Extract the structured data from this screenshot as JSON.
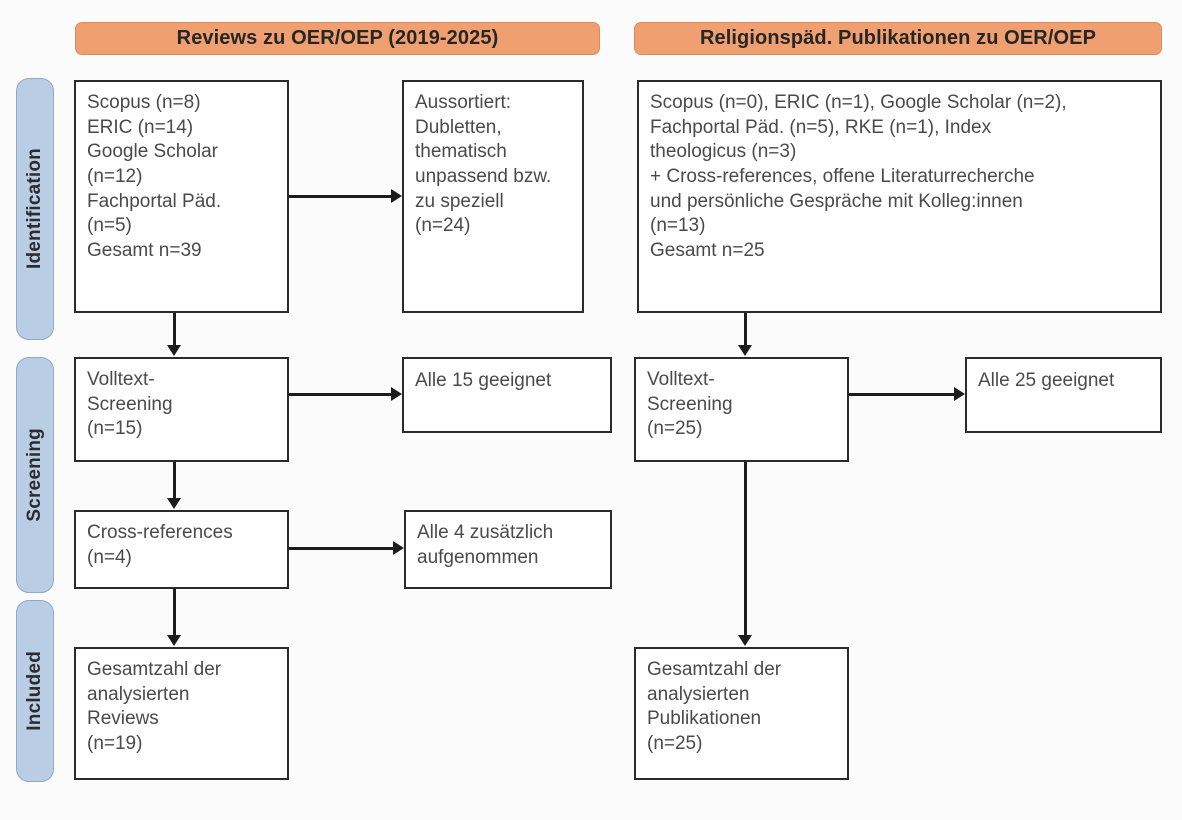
{
  "stages": [
    {
      "label": "Identification"
    },
    {
      "label": "Screening"
    },
    {
      "label": "Included"
    }
  ],
  "columns": [
    {
      "header": "Reviews zu OER/OEP (2019-2025)",
      "boxes": {
        "sources": "Scopus (n=8)\nERIC (n=14)\nGoogle Scholar\n(n=12)\nFachportal Päd.\n(n=5)\nGesamt n=39",
        "excluded": "Aussortiert:\nDubletten,\nthematisch\nunpassend bzw.\nzu speziell\n(n=24)",
        "fulltext": "Volltext-\nScreening\n(n=15)",
        "fulltext_result": "Alle 15 geeignet",
        "crossrefs": "Cross-references\n(n=4)",
        "crossrefs_result": "Alle 4 zusätzlich\naufgenommen",
        "included": "Gesamtzahl der\nanalysierten\nReviews\n(n=19)"
      }
    },
    {
      "header": "Religionspäd. Publikationen zu OER/OEP",
      "boxes": {
        "sources": "Scopus (n=0), ERIC (n=1), Google Scholar (n=2),\nFachportal Päd. (n=5), RKE (n=1), Index\ntheologicus (n=3)\n+ Cross-references, offene Literaturrecherche\nund persönliche Gespräche mit Kolleg:innen\n(n=13)\nGesamt n=25",
        "fulltext": "Volltext-\nScreening\n(n=25)",
        "fulltext_result": "Alle 25 geeignet",
        "included": "Gesamtzahl der\nanalysierten\nPublikationen\n(n=25)"
      }
    }
  ],
  "colors": {
    "header_orange": "#f0a070",
    "stage_blue": "#b9cde5",
    "box_border": "#2b2b2b",
    "text": "#4a4a4a"
  }
}
